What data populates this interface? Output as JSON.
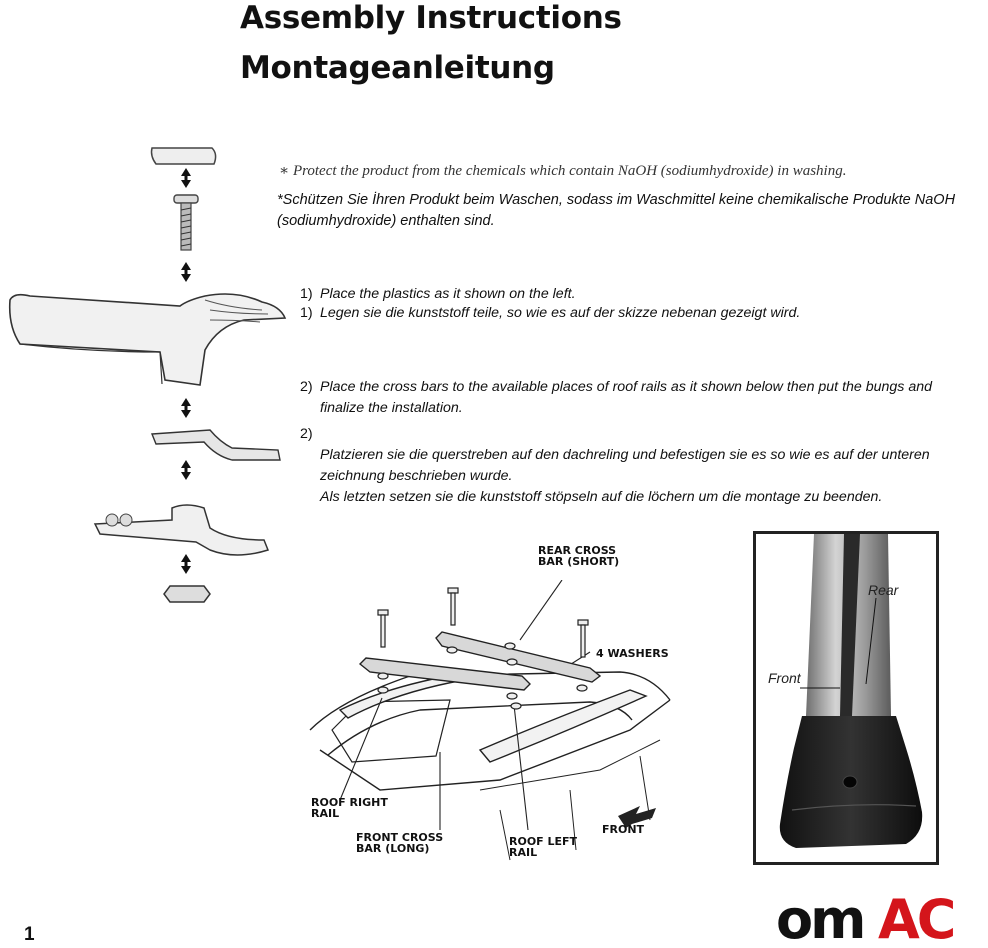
{
  "heading": {
    "line1": "Assembly Instructions",
    "line2": "Montageanleitung"
  },
  "notes": {
    "en": "∗ Protect the product from the chemicals which contain NaOH (sodiumhydroxide) in washing.",
    "de": "*Schützen Sie İhren Produkt beim Waschen, sodass im Waschmittel keine chemikalische Produkte NaOH (sodiumhydroxide) enthalten sind."
  },
  "steps": [
    {
      "num": "1)",
      "text": "Place the plastics as it shown on the left."
    },
    {
      "num": "1)",
      "text": "Legen sie die kunststoff teile, so wie es auf der skizze nebenan gezeigt wird."
    },
    {
      "num": "2)",
      "text": "Place the cross bars to the available places of roof rails as it shown below then put the bungs and finalize the installation."
    },
    {
      "num": "2)",
      "text": "Platzieren sie die querstreben auf den dachreling und befestigen sie es so wie es auf der unteren zeichnung beschrieben wurde.\nAls letzten setzen sie die kunststoff stöpseln auf die löchern um die montage zu beenden."
    }
  ],
  "diagram": {
    "rear_cross_bar": "REAR CROSS\nBAR (SHORT)",
    "washers": "4 WASHERS",
    "roof_right_rail": "ROOF RIGHT\nRAIL",
    "front_cross_bar": "FRONT CROSS\nBAR (LONG)",
    "roof_left_rail": "ROOF LEFT\nRAIL",
    "front": "FRONT"
  },
  "photo": {
    "rear": "Rear",
    "front": "Front"
  },
  "page_number": "1",
  "logo": {
    "text": "omac",
    "colors": {
      "om": "#111111",
      "ac": "#d4151b"
    }
  }
}
